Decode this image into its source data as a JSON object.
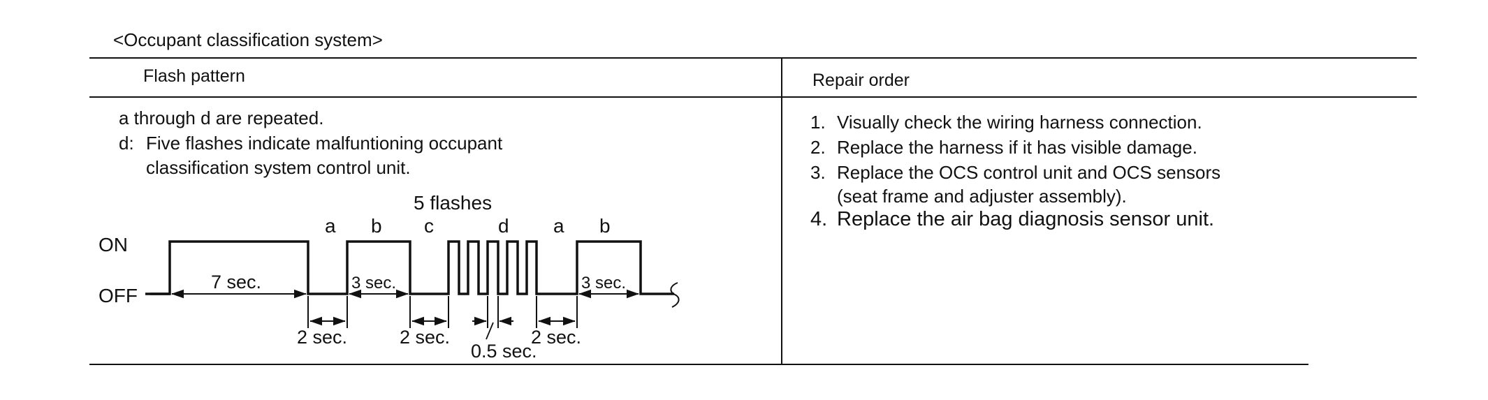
{
  "caption": "<Occupant classification system>",
  "table": {
    "headers": {
      "flash_pattern": "Flash pattern",
      "repair_order": "Repair order"
    },
    "flash_notes": {
      "line1": "a through d are repeated.",
      "d_prefix": "d:",
      "d_line1": "Five flashes indicate malfuntioning occupant",
      "d_line2": "classification system control unit."
    },
    "repair_steps": [
      {
        "num": "1.",
        "text": "Visually check the wiring harness connection."
      },
      {
        "num": "2.",
        "text": "Replace the harness if it has visible damage."
      },
      {
        "num": "3.",
        "text": "Replace the OCS control unit and OCS sensors",
        "text2": "(seat frame and adjuster assembly)."
      },
      {
        "num": "4.",
        "text": "Replace the air bag diagnosis sensor unit."
      }
    ]
  },
  "diagram": {
    "on_label": "ON",
    "off_label": "OFF",
    "five_flashes": "5 flashes",
    "seg_a1": "a",
    "seg_b1": "b",
    "seg_c": "c",
    "seg_d": "d",
    "seg_a2": "a",
    "seg_b2": "b",
    "t_7sec": "7 sec.",
    "t_3sec_1": "3 sec.",
    "t_3sec_2": "3 sec.",
    "t_2sec_1": "2 sec.",
    "t_2sec_2": "2 sec.",
    "t_2sec_3": "2 sec.",
    "t_05sec": "0.5 sec."
  }
}
